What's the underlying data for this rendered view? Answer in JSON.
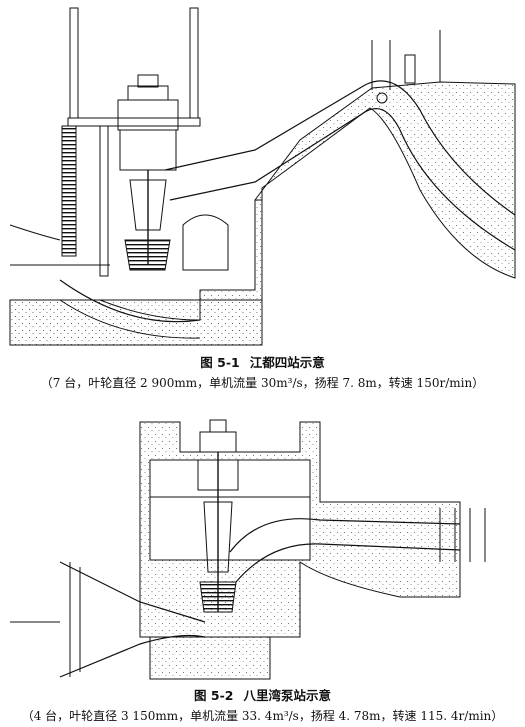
{
  "figures": [
    {
      "number": "图 5-1",
      "title": "江都四站示意",
      "subtitle": "（7 台，叶轮直径 2 900mm，单机流量 30m³/s，扬程 7. 8m，转速 150r/min）"
    },
    {
      "number": "图 5-2",
      "title": "八里湾泵站示意",
      "subtitle": "（4 台，叶轮直径 3 150mm，单机流量 33. 4m³/s，扬程 4. 78m，转速 115. 4r/min）"
    }
  ],
  "colors": {
    "line": "#111111",
    "concrete_dot": "#555555",
    "background": "#ffffff"
  }
}
